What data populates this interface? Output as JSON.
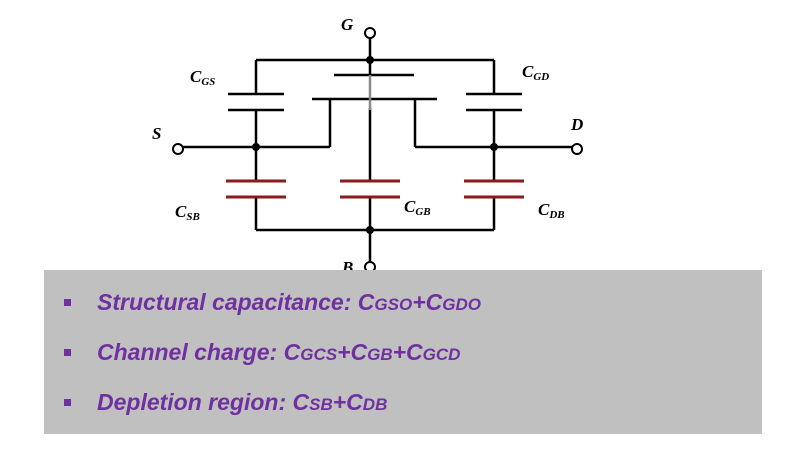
{
  "diagram": {
    "terminals": {
      "gate": "G",
      "source": "S",
      "drain": "D",
      "body": "B"
    },
    "capacitors": {
      "gs": {
        "main": "C",
        "sub": "GS"
      },
      "gd": {
        "main": "C",
        "sub": "GD"
      },
      "sb": {
        "main": "C",
        "sub": "SB"
      },
      "gb": {
        "main": "C",
        "sub": "GB"
      },
      "db": {
        "main": "C",
        "sub": "DB"
      }
    },
    "colors": {
      "wire": "#000000",
      "depletion_cap": "#8b1a1a",
      "gate_stem": "#888888"
    }
  },
  "bullets": [
    {
      "prefix": "Structural capacitance: ",
      "parts": [
        [
          "C",
          "GSO"
        ],
        [
          "+C",
          "GDO"
        ]
      ]
    },
    {
      "prefix": "Channel charge: ",
      "parts": [
        [
          "C",
          "GCS"
        ],
        [
          "+C",
          "GB"
        ],
        [
          "+C",
          "GCD"
        ]
      ]
    },
    {
      "prefix": "Depletion region: ",
      "parts": [
        [
          "C",
          "SB"
        ],
        [
          "+C",
          "DB"
        ]
      ]
    }
  ],
  "colors": {
    "bullet_text": "#7030a0",
    "panel_bg": "#c0c0c0"
  }
}
